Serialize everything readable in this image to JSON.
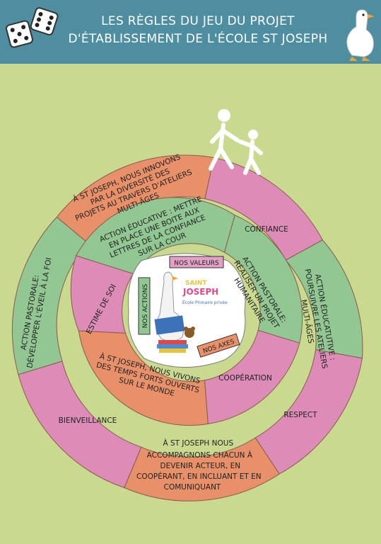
{
  "header": {
    "title_line1": "LES RÈGLES DU JEU DU PROJET",
    "title_line2": "D'ÉTABLISSEMENT DE L'ÉCOLE ST JOSEPH"
  },
  "colors": {
    "header": "#4e8ea0",
    "background": "#c9d98f",
    "orange": "#e8906a",
    "pink": "#dd8cb8",
    "green": "#92c794"
  },
  "labels": {
    "nos_valeurs": "NOS VALEURS",
    "nos_actions": "NOS ACTIONS",
    "nos_axes": "NOS AXES"
  },
  "logo": {
    "line1": "SAINT",
    "line2": "JOSEPH",
    "line3": "École Primaire privée"
  },
  "outer_ring": {
    "innovons": [
      "À ST JOSEPH, NOUS INNOVONS",
      "PAR LA DIVERSITÉ DES",
      "PROJETS AU TRAVERS D'ATELIERS",
      "MULTI-ÂGES"
    ],
    "confiance": "CONFIANCE",
    "poursuivre": [
      "ACTION ÉDUCATUTIVE :",
      "POURSUIVRE LES ATELIERS",
      "MULTI-ÂGES"
    ],
    "respect": "RESPECT",
    "accompagnons": [
      "À ST JOSEPH NOUS",
      "ACCOMPAGNONS CHACUN À",
      "DEVENIR ACTEUR, EN",
      "COOPÉRANT, EN INCLUANT ET EN",
      "COMUNIQUANT"
    ],
    "bienveillance": "BIENVEILLANCE",
    "eveil": [
      "ACTION PASTORALE:",
      "DÉVELOPPER L'ÉVEIL À LA FOI"
    ]
  },
  "inner_ring": {
    "boite": [
      "ACTION ÉDUCATIVE : METTRE",
      "EN PLACE UNE BOITE AUX",
      "LETTRES DE LA CONFIANCE",
      "SUR LA COUR"
    ],
    "humanitaire": [
      "ACTION PASTORALE:",
      "RÉALISER UN PROJET",
      "HUMANITAIRE"
    ],
    "cooperation": "COOPÉRATION",
    "temps_forts": [
      "À ST JOSEPH, NOUS VIVONS",
      "DES TEMPS FORTS OUVERTS",
      "SUR LE MONDE"
    ],
    "estime": "ESTIME DE SOI"
  }
}
